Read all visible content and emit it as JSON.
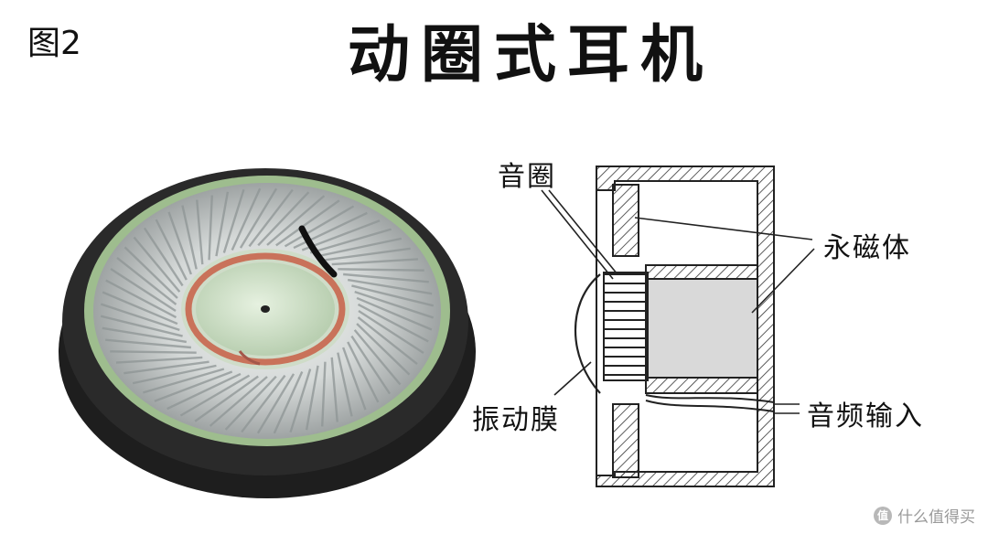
{
  "figure_label": "图2",
  "title": "动圈式耳机",
  "diagram": {
    "labels": {
      "voice_coil": "音圈",
      "magnet": "永磁体",
      "diaphragm": "振动膜",
      "audio_input": "音频输入"
    }
  },
  "watermark": {
    "icon": "值",
    "text": "什么值得买"
  }
}
